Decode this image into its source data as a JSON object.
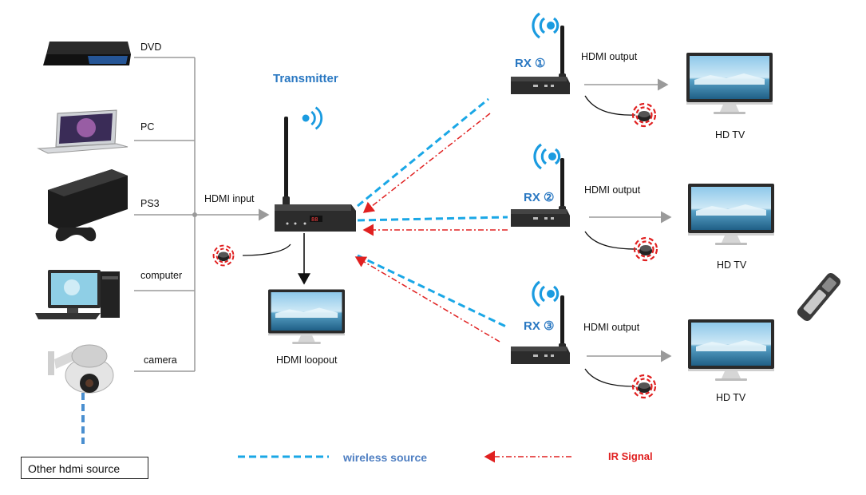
{
  "sources": {
    "dvd": "DVD",
    "pc": "PC",
    "ps3": "PS3",
    "computer": "computer",
    "camera": "camera",
    "other": "Other hdmi source"
  },
  "transmitter": {
    "title": "Transmitter",
    "input_label": "HDMI input",
    "loopout_label": "HDMI loopout",
    "display_readout": "88"
  },
  "receivers": [
    {
      "label": "RX ①",
      "output": "HDMI output",
      "tv": "HD TV"
    },
    {
      "label": "RX ②",
      "output": "HDMI output",
      "tv": "HD TV"
    },
    {
      "label": "RX ③",
      "output": "HDMI output",
      "tv": "HD TV"
    }
  ],
  "legend": {
    "wireless": "wireless source",
    "ir": "IR Signal"
  },
  "colors": {
    "wireless": "#1aa7e6",
    "ir": "#e02020",
    "title": "#2a78c2",
    "wifi_icon": "#1a9be0"
  }
}
